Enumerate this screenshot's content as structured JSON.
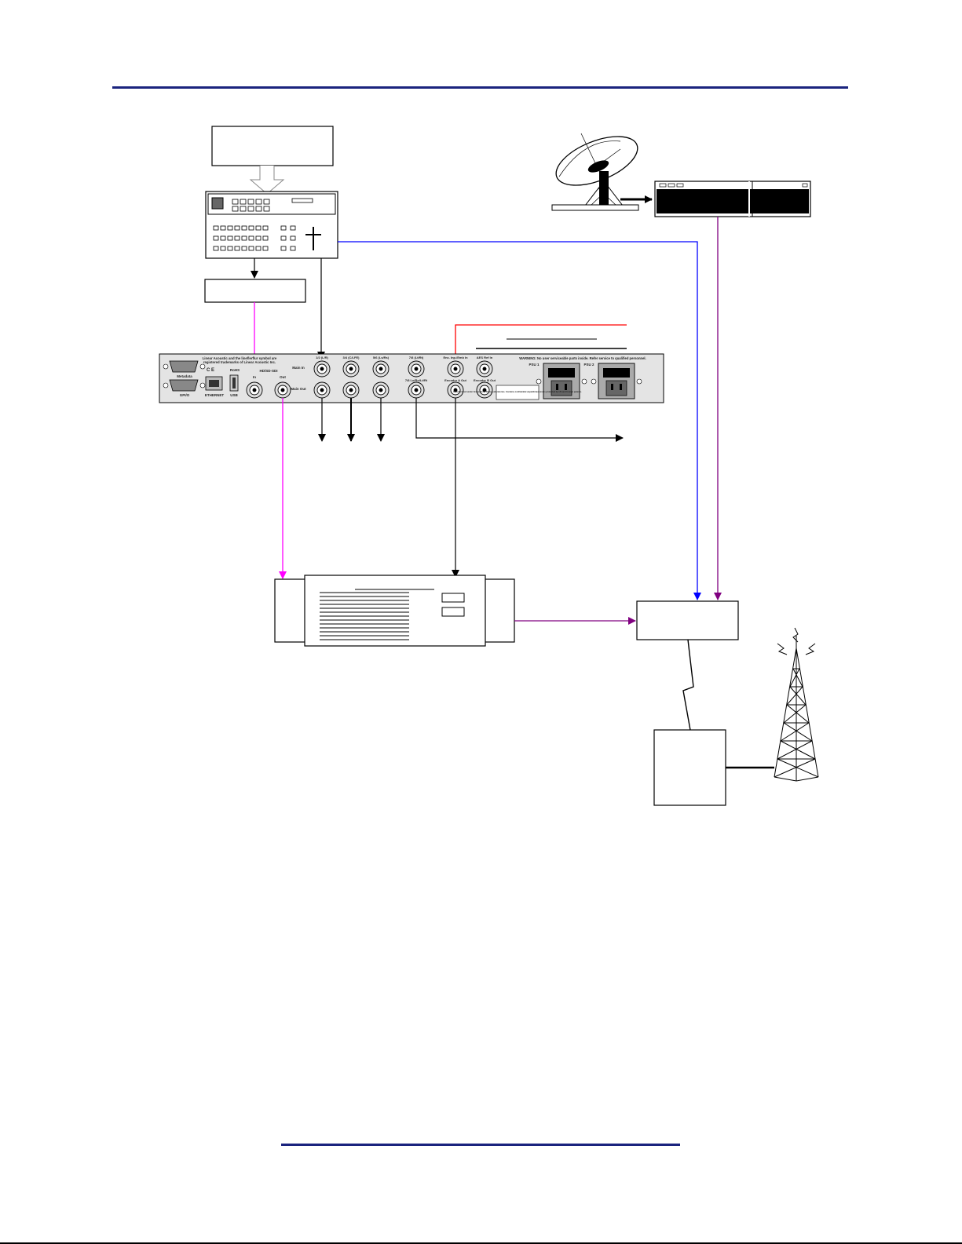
{
  "panel": {
    "trademark_line1": "Linear Acoustic and the   lineflerflur symbol are",
    "trademark_line2": "registered trademarks   of Linear Acoustic Inc.",
    "port_metadata": "Metadata",
    "port_gpi": "GPI/O",
    "ce_mark": "C E",
    "rohs": "RoHS",
    "ethernet": "ETHERNET",
    "usb": "USB",
    "hd_sdi_title": "HD/SD-SDI",
    "sdi_in": "In",
    "sdi_out": "Out",
    "main_in": "Main In",
    "main_out": "Main Out",
    "ch_12": "1/2 (L/R)",
    "ch_34": "3/4 (C/LFE)",
    "ch_56": "5/6 (Ls/Rs)",
    "ch_78": "7/8 (Lt/Rt)",
    "ch_78_out": "7/8 Lo/Ro/Lt/Rt",
    "enc_in": "Enc. Inp./Emb In",
    "aes_ref": "AES Ref In",
    "encoder_a_out": "Encoder A Out",
    "encoder_b_out": "Encoder B Out",
    "warning": "WARNING: No user serviceable parts inside. Refer service to qualified personnel.",
    "psu1": "PSU 1",
    "psu2": "PSU 2",
    "patent_note": "Manufactured under license from Dolby Laboratories. Contains confidential unpublished works protected by US and foreign patents."
  },
  "colors": {
    "rule": "#1a237e",
    "sdi_in": "#ff00ff",
    "sdi_out": "#ff00ff",
    "ref_line": "#ff0000",
    "router_line": "#0000ff",
    "sat_line": "#800080",
    "encoder_line": "#800080",
    "black": "#000000"
  },
  "icons": [
    "satellite-dish-icon",
    "broadcast-tower-icon",
    "power-inlet-icon",
    "bnc-connector-icon",
    "db9-connector-icon",
    "ethernet-port-icon",
    "usb-port-icon"
  ]
}
